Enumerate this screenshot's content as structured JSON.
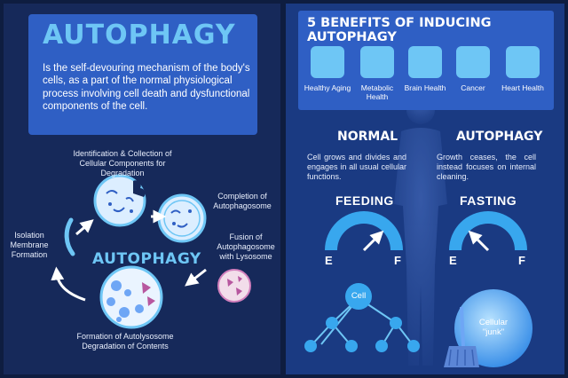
{
  "left": {
    "title": "AUTOPHAGY",
    "intro": "Is the self-devouring mechanism of the body's cells, as a part of the normal physiological process involving cell death and dysfunctional components of the cell.",
    "cycle_title": "AUTOPHAGY",
    "steps": {
      "identification": "Identification & Collection of Cellular Components for Degradation",
      "completion": "Completion of Autophagosome",
      "fusion": "Fusion of Autophagosome with Lysosome",
      "formation": "Formation of Autolysosome Degradation of Contents",
      "isolation": "Isolation Membrane Formation"
    }
  },
  "right": {
    "benefits_title": "5 BENEFITS OF INDUCING AUTOPHAGY",
    "benefits": [
      {
        "label": "Healthy Aging",
        "icon": "elderly-face-icon"
      },
      {
        "label": "Metabolic Health",
        "icon": "stomach-icon"
      },
      {
        "label": "Brain Health",
        "icon": "brain-icon"
      },
      {
        "label": "Cancer",
        "icon": "cancer-cell-icon"
      },
      {
        "label": "Heart Health",
        "icon": "heart-icon"
      }
    ],
    "normal": {
      "heading": "NORMAL",
      "text": "Cell grows and divides and engages in all usual cellular functions.",
      "gauge_title": "FEEDING",
      "gauge_level": 0.75
    },
    "autophagy": {
      "heading": "AUTOPHAGY",
      "text": "Growth ceases, the cell instead focuses on internal cleaning.",
      "gauge_title": "FASTING",
      "gauge_level": 0.25
    },
    "gauge_e": "E",
    "gauge_f": "F",
    "cell_label": "Cell",
    "junk_label": "Cellular \"junk\""
  },
  "colors": {
    "background": "#0e1d40",
    "left_panel": "#16295a",
    "right_panel": "#1a3a82",
    "accent_blue": "#2f5fc4",
    "light_blue": "#6ec6f5",
    "gauge_blue": "#38a7ee",
    "lysosome_pink": "#b7579f"
  }
}
